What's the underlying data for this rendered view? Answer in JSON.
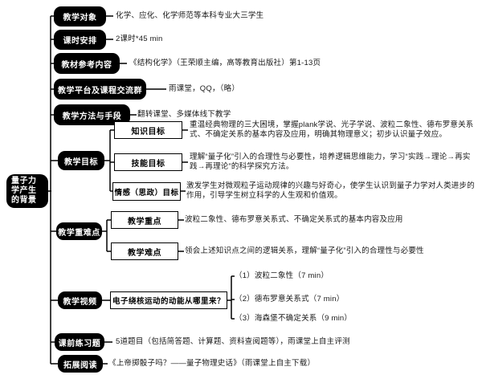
{
  "colors": {
    "node_bg": "#000000",
    "node_text": "#ffffff",
    "line": "#000000",
    "body_text": "#1a1a1a",
    "background": "#ffffff"
  },
  "root": {
    "label": "量子力学产生的背景"
  },
  "branches": [
    {
      "label": "教学对象",
      "text": "化学、应化、化学师范等本科专业大三学生"
    },
    {
      "label": "课时安排",
      "text": "2课时*45 min"
    },
    {
      "label": "教材参考内容",
      "text": "《结构化学》（王荣顺主编，高等教育出版社）第1-13页"
    },
    {
      "label": "教学平台及课程交流群",
      "text": "雨课堂，QQ，（略）"
    },
    {
      "label": "教学方法与手段",
      "text": "翻转课堂、多媒体线下教学"
    },
    {
      "label": "教学目标",
      "children": [
        {
          "label": "知识目标",
          "text": "重温经典物理的三大困境，掌握plank学说、光子学说、波粒二象性、德布罗意关系式、不确定关系的基本内容及应用，明确其物理意义；初步认识量子效应。"
        },
        {
          "label": "技能目标",
          "text": "理解“量子化”引入的合理性与必要性，培养逻辑思维能力，学习“实践→理论→再实践→再理论”的科学探究方法。"
        },
        {
          "label": "情感（思政）目标",
          "text": "激发学生对微观粒子运动规律的兴趣与好奇心，使学生认识到量子力学对人类进步的作用，引导学生树立科学的人生观和价值观。"
        }
      ]
    },
    {
      "label": "教学重难点",
      "children": [
        {
          "label": "教学重点",
          "text": "波粒二象性、德布罗意关系式、不确定关系式的基本内容及应用"
        },
        {
          "label": "教学难点",
          "text": "领会上述知识点之间的逻辑关系，理解“量子化”引入的合理性与必要性"
        }
      ]
    },
    {
      "label": "教学视频",
      "topic": "电子绕核运动的动能从哪里来？",
      "items": [
        "（1）波粒二象性（7 min）",
        "（2）德布罗意关系式（7 min）",
        "（3）海森堡不确定关系（9 min）"
      ]
    },
    {
      "label": "课前练习题",
      "text": "5道题目（包括简答题、计算题、资料查阅题等），雨课堂上自主评测"
    },
    {
      "label": "拓展阅读",
      "text": "《上帝掷骰子吗？——量子物理史话》（雨课堂上自主下载）"
    }
  ]
}
